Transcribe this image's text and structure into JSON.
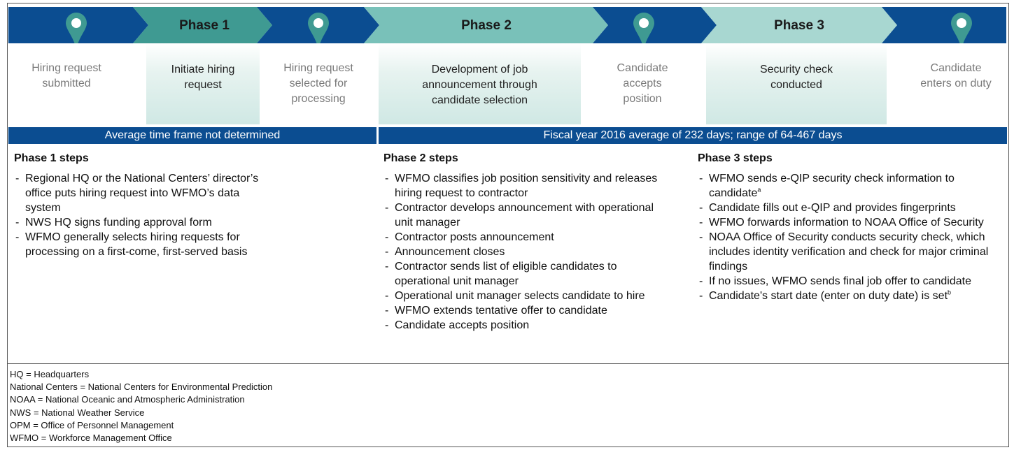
{
  "phases": [
    {
      "label": "Phase 1",
      "box_text": [
        "Initiate hiring",
        "request"
      ]
    },
    {
      "label": "Phase 2",
      "box_text": [
        "Development of job",
        "announcement through",
        "candidate selection"
      ]
    },
    {
      "label": "Phase 3",
      "box_text": [
        "Security check",
        "conducted"
      ]
    }
  ],
  "milestones": [
    [
      "Hiring request",
      "submitted"
    ],
    [
      "Hiring request",
      "selected for",
      "processing"
    ],
    [
      "Candidate",
      "accepts",
      "position"
    ],
    [
      "Candidate",
      "enters on duty"
    ]
  ],
  "timeframes": {
    "phase1": "Average time frame not determined",
    "phase23": "Fiscal year 2016 average of 232 days; range of 64-467 days"
  },
  "steps": {
    "phase1": {
      "title": "Phase 1 steps",
      "items": [
        "Regional HQ or the National Centers’ director’s office puts hiring request into WFMO’s data system",
        "NWS HQ signs funding approval form",
        "WFMO generally selects hiring requests for processing on a first-come, first-served basis"
      ]
    },
    "phase2": {
      "title": "Phase 2 steps",
      "items": [
        "WFMO classifies job position sensitivity and releases hiring request to contractor",
        "Contractor develops announcement with operational unit manager",
        "Contractor posts announcement",
        "Announcement closes",
        "Contractor sends list of eligible candidates to operational unit manager",
        "Operational unit manager selects candidate to hire",
        "WFMO extends tentative offer to candidate",
        "Candidate accepts position"
      ]
    },
    "phase3": {
      "title": "Phase 3 steps",
      "items": [
        "WFMO sends e-QIP security check information to candidate",
        "Candidate fills out e-QIP and provides fingerprints",
        "WFMO forwards information to NOAA Office of Security",
        "NOAA Office of Security conducts security check, which includes identity verification and check for major criminal findings",
        "If no issues, WFMO sends final job offer to candidate",
        "Candidate's start date (enter on duty date) is set"
      ],
      "footnote_marks": [
        "a",
        "b"
      ]
    }
  },
  "legend": [
    "HQ = Headquarters",
    "National Centers = National Centers for Environmental Prediction",
    "NOAA = National Oceanic and Atmospheric Administration",
    "NWS = National Weather Service",
    "OPM = Office of Personnel Management",
    "WFMO = Workforce Management Office"
  ],
  "colors": {
    "navy": "#0b4d91",
    "phase1_teal": "#3f9a92",
    "phase2_teal": "#79c1b9",
    "phase3_teal": "#a8d7d1",
    "pin": "#3f9a92"
  },
  "icons": [
    "map-pin-icon"
  ]
}
